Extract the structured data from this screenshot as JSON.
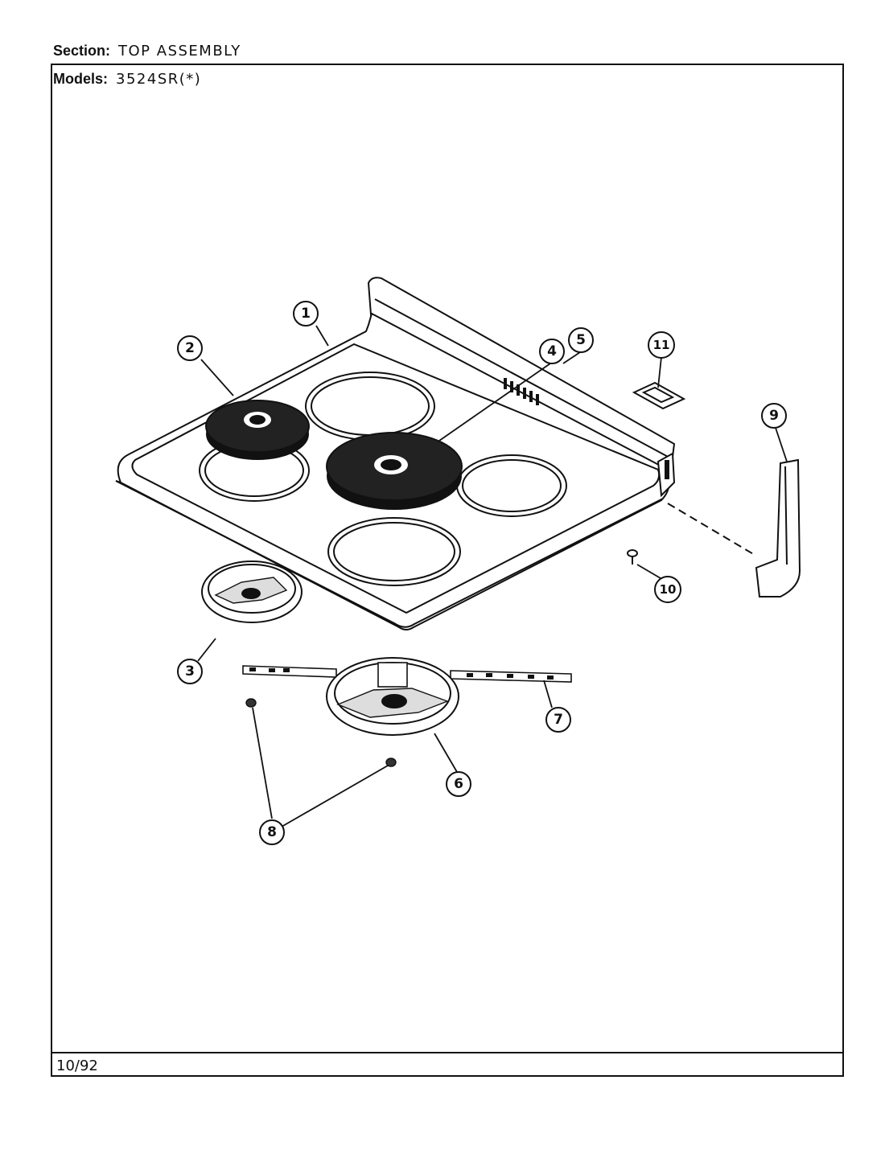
{
  "header": {
    "section_label": "Section:",
    "section_value": "TOP ASSEMBLY",
    "models_label": "Models:",
    "models_value": "3524SR(*)"
  },
  "footer": {
    "date": "10/92"
  },
  "callouts": [
    {
      "id": "1",
      "label": "1"
    },
    {
      "id": "2",
      "label": "2"
    },
    {
      "id": "3",
      "label": "3"
    },
    {
      "id": "4",
      "label": "4"
    },
    {
      "id": "5",
      "label": "5"
    },
    {
      "id": "6",
      "label": "6"
    },
    {
      "id": "7",
      "label": "7"
    },
    {
      "id": "8",
      "label": "8"
    },
    {
      "id": "9",
      "label": "9"
    },
    {
      "id": "10",
      "label": "10"
    },
    {
      "id": "11",
      "label": "11"
    }
  ]
}
